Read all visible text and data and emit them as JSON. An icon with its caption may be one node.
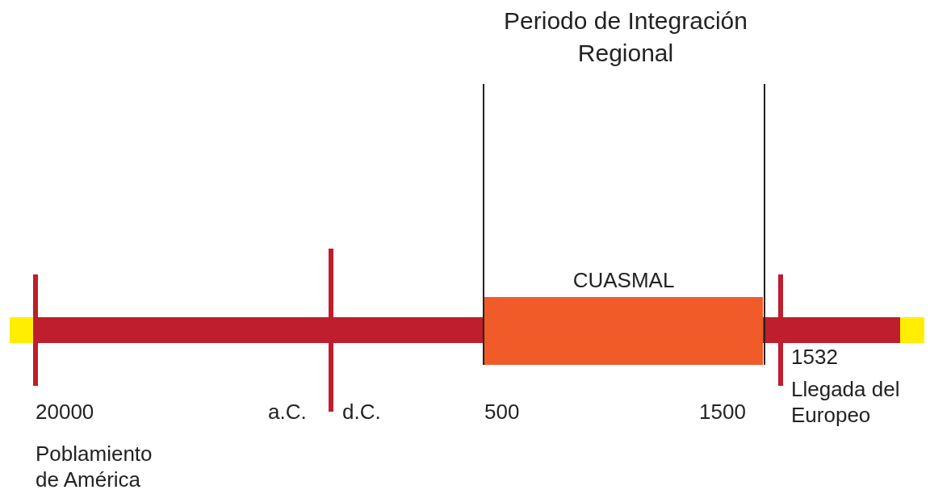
{
  "diagram": {
    "nodes": [
      {
        "text": [
          "Periodo de Integración Regional"
        ]
      },
      {
        "text": [
          "CUASMAL"
        ],
        "in": 0
      }
    ],
    "edges": [],
    "labels": [
      "20000",
      "Poblamiento de América",
      "a.C.",
      "d.C.",
      "500",
      "1500",
      "1532",
      "Llegada del Europeo"
    ]
  }
}
